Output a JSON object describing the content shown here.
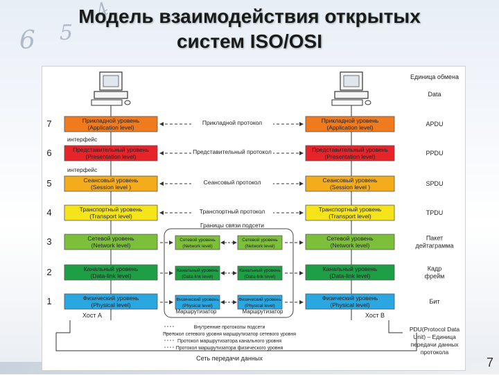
{
  "title_line1": "Модель взаимодействия открытых",
  "title_line2": "систем ISO/OSI",
  "page_number": "7",
  "unit_header": "Единица обмена",
  "unit_data": "Data",
  "interface_label": "интерфейс",
  "layers": [
    {
      "num": "7",
      "name": "Прикладной уровень",
      "en": "(Application level)",
      "protocol": "Прикладной протокол",
      "pdu": "APDU",
      "color": "#f07a1e"
    },
    {
      "num": "6",
      "name": "Представительный уровень",
      "en": "(Presentation level)",
      "protocol": "Представительный протокол",
      "pdu": "PPDU",
      "color": "#e8242b"
    },
    {
      "num": "5",
      "name": "Сеансовый уровень",
      "en": "(Session level )",
      "protocol": "Сеансовый протокол",
      "pdu": "SPDU",
      "color": "#f5ac1c"
    },
    {
      "num": "4",
      "name": "Транспортный уровень",
      "en": "(Transport level)",
      "protocol": "Транспортный протокол",
      "pdu": "TPDU",
      "color": "#f5e41a"
    },
    {
      "num": "3",
      "name": "Сетевой уровень",
      "en": "(Network level)",
      "protocol": "",
      "pdu": "Пакет\nдейтаграмма",
      "color": "#7cbf3a"
    },
    {
      "num": "2",
      "name": "Канальный уровень",
      "en": "(Data-link level)",
      "protocol": "",
      "pdu": "Кадр\nфрейм",
      "color": "#1f9f45"
    },
    {
      "num": "1",
      "name": "Физический уровень",
      "en": "(Physical level)",
      "protocol": "",
      "pdu": "Бит",
      "color": "#2aa6e0"
    }
  ],
  "subnet_boundary": "Границы связи подсети",
  "router_boxes": {
    "3": [
      "Сетевой уровень",
      "(Network level)"
    ],
    "2": [
      "Канальный уровень",
      "(Data-link level)"
    ],
    "1": [
      "Физический уровень",
      "(Physical level)"
    ]
  },
  "router_label": "Маршрутизатор",
  "host_a": "Хост А",
  "host_b": "Хост В",
  "internal_protocols": [
    "Внутренние протоколы подсети",
    "Протокол сетевого уровня маршрутизатор сетевого уровня",
    "Протокол маршрутизатора канального уровня",
    "Протокол маршрутизатора физического уровня"
  ],
  "network_label": "Сеть передачи данных",
  "pdu_note": [
    "PDU(Protocol Data",
    "Unit) – Единица",
    "передачи данных",
    "протокола"
  ]
}
